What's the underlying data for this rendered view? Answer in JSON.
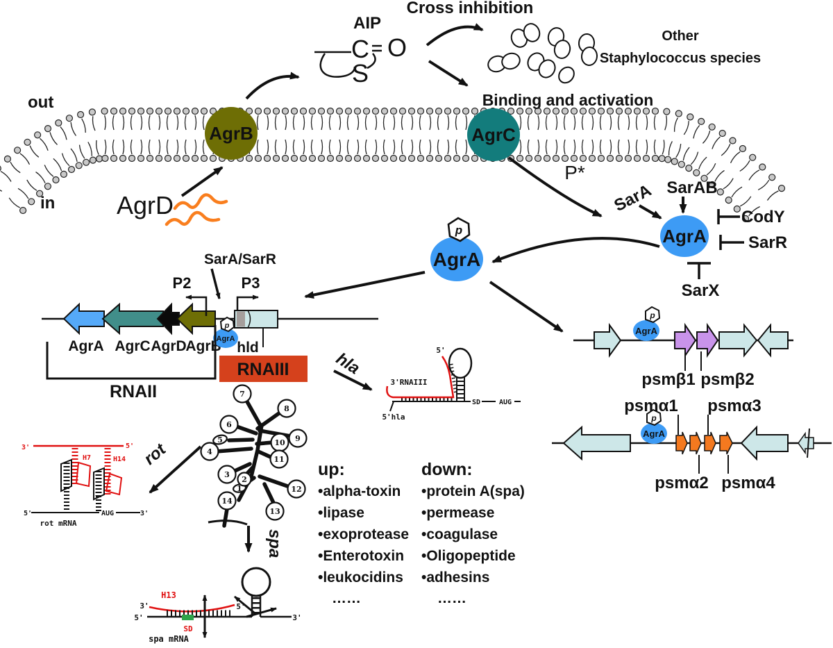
{
  "colors": {
    "olive": "#6e6e05",
    "teal": "#137c7c",
    "blue": "#3d9bf5",
    "gene_blue": "#55a9f8",
    "gene_teal": "#418e8a",
    "red_box": "#d5411c",
    "light_cyan": "#cde7e8",
    "gray_band": "#a59e9c",
    "purple": "#c993ea",
    "orange": "#f4791f",
    "rna_red": "#e01010",
    "sd_green": "#2da44a",
    "peptide_orange": "#f97e1e"
  },
  "top": {
    "cross_inhibition": "Cross inhibition",
    "aip": "AIP",
    "atom_c": "C",
    "atom_o": "O",
    "atom_s": "S",
    "other_line1": "Other",
    "other_line2": "Staphylococcus species",
    "binding": "Binding and activation"
  },
  "membrane": {
    "out": "out",
    "in_label": "in",
    "agrB": "AgrB",
    "agrC": "AgrC",
    "agrD": "AgrD"
  },
  "signaling": {
    "p_star": "P*",
    "sarA": "SarA",
    "sarAB": "SarAB",
    "codY": "CodY",
    "sarR": "SarR",
    "sarX": "SarX",
    "agrA": "AgrA",
    "phospho": "p"
  },
  "locus": {
    "sarA_sarR": "SarA/SarR",
    "p2": "P2",
    "p3": "P3",
    "gene_agrA": "AgrA",
    "gene_agrC": "AgrC",
    "gene_agrD": "AgrD",
    "gene_agrB": "AgrB",
    "hld": "hld",
    "rnaii": "RNAII",
    "rnaiii": "RNAIII",
    "agrA": "AgrA",
    "phospho": "p"
  },
  "targets": {
    "hla": "hla",
    "rot": "rot",
    "spa": "spa"
  },
  "hla_panel": {
    "five_prime": "5'",
    "three_rnaiii": "3'RNAIII",
    "five_hla": "5'hla",
    "sd": "SD",
    "aug": "AUG"
  },
  "rot_panel": {
    "three_prime": "3'",
    "five_prime": "5'",
    "h7": "H7",
    "h14": "H14",
    "five_prime2": "5'",
    "aug": "AUG",
    "three_prime2": "3'",
    "caption": "rot mRNA"
  },
  "spa_panel": {
    "h13": "H13",
    "three_prime": "3'",
    "five_prime": "5'",
    "five_prime2": "5'",
    "three_prime2": "3'",
    "sd": "SD",
    "caption": "spa mRNA"
  },
  "rnaiii_loops": [
    "1",
    "2",
    "3",
    "4",
    "5",
    "6",
    "7",
    "8",
    "9",
    "10",
    "11",
    "12",
    "13",
    "14"
  ],
  "regulation": {
    "up_title": "up:",
    "up_items": [
      "•alpha-toxin",
      "•lipase",
      "•exoprotease",
      "•Enterotoxin",
      "•leukocidins"
    ],
    "up_ellipsis": "……",
    "down_title": "down:",
    "down_items": [
      "•protein A(spa)",
      "•permease",
      "•coagulase",
      "•Oligopeptide",
      "•adhesins"
    ],
    "down_ellipsis": "……"
  },
  "psm": {
    "agrA": "AgrA",
    "phospho": "p",
    "beta1": "psmβ1",
    "beta2": "psmβ2",
    "alpha1": "psmα1",
    "alpha2": "psmα2",
    "alpha3": "psmα3",
    "alpha4": "psmα4"
  }
}
